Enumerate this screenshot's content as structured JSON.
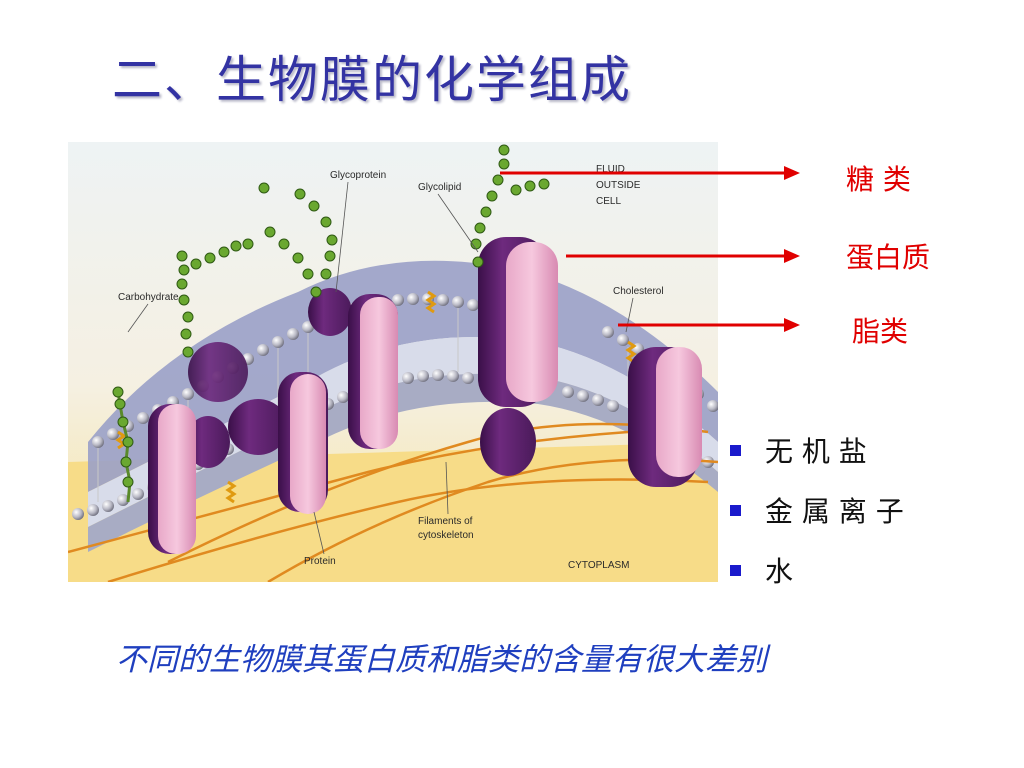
{
  "slide": {
    "title": "二、生物膜的化学组成",
    "footnote": "不同的生物膜其蛋白质和脂类的含量有很大差别"
  },
  "figure": {
    "labels": {
      "glycoprotein": "Glycoprotein",
      "glycolipid": "Glycolipid",
      "fluid_line1": "FLUID",
      "fluid_line2": "OUTSIDE",
      "fluid_line3": "CELL",
      "carbohydrate": "Carbohydrate",
      "cholesterol": "Cholesterol",
      "protein": "Protein",
      "filaments_line1": "Filaments of",
      "filaments_line2": "cytoskeleton",
      "cytoplasm": "CYTOPLASM"
    }
  },
  "arrows": [
    {
      "label": "糖 类",
      "color": "#e00000"
    },
    {
      "label": "蛋白质",
      "color": "#e00000"
    },
    {
      "label": "脂类",
      "color": "#e00000"
    }
  ],
  "bullets": [
    {
      "text": "无 机 盐"
    },
    {
      "text": "金 属 离 子"
    },
    {
      "text": "水"
    }
  ],
  "colors": {
    "title": "#3333a3",
    "arrow": "#e00000",
    "bullet_marker": "#1a1acc",
    "footnote": "#1f3fbf"
  }
}
